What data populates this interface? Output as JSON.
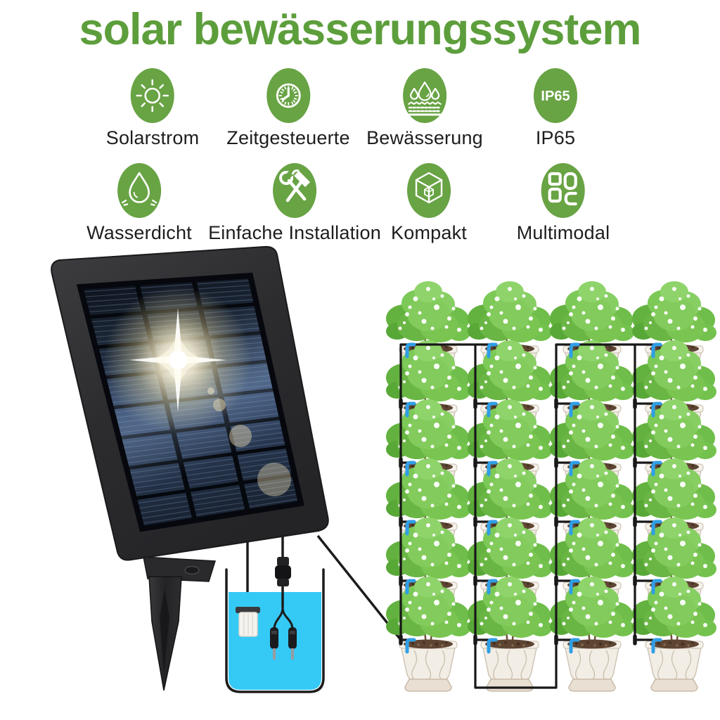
{
  "title": "solar bewässerungssystem",
  "features": [
    {
      "label": "Solarstrom",
      "icon": "sun-icon"
    },
    {
      "label": "Zeitgesteuerte",
      "icon": "clock-icon"
    },
    {
      "label": "Bewässerung",
      "icon": "irrigation-surface-icon"
    },
    {
      "label": "IP65",
      "icon": "ip65-badge",
      "icon_text": "IP65"
    },
    {
      "label": "Wasserdicht",
      "icon": "waterproof-drop-icon"
    },
    {
      "label": "Einfache Installation",
      "icon": "tools-icon"
    },
    {
      "label": "Kompakt",
      "icon": "cube-icon"
    },
    {
      "label": "Multimodal",
      "icon": "modes-grid-icon"
    }
  ],
  "colors": {
    "title_green": "#5d9e3c",
    "brand_green": "#68a344",
    "label_text": "#1e1e1e",
    "water_cyan": "#35c9f6",
    "dripper_blue": "#2f9fe6",
    "tube_black": "#181818",
    "panel_frame_dark": "#333336",
    "solar_cell_blue": "#33496b",
    "sun_glare_warm": "#fff3c4",
    "pot_cream": "#f2ede5",
    "soil_brown": "#5d4533",
    "leaf_green": "#74c24e",
    "flower_white": "#ffffff"
  },
  "diagram": {
    "plant_grid": {
      "columns": 4,
      "rows": 6,
      "plant_count": 24
    },
    "components": {
      "solar_panel": "solar-panel",
      "ground_stake": "ground-stake",
      "water_container": "water-container",
      "submersible_pump": "submersible-pump",
      "water_probes": "water-level-probes",
      "feed_line": "panel-to-tubing-feed-line",
      "tubing": "drip-irrigation-tubing",
      "drippers": "blue-drip-emitters"
    }
  }
}
